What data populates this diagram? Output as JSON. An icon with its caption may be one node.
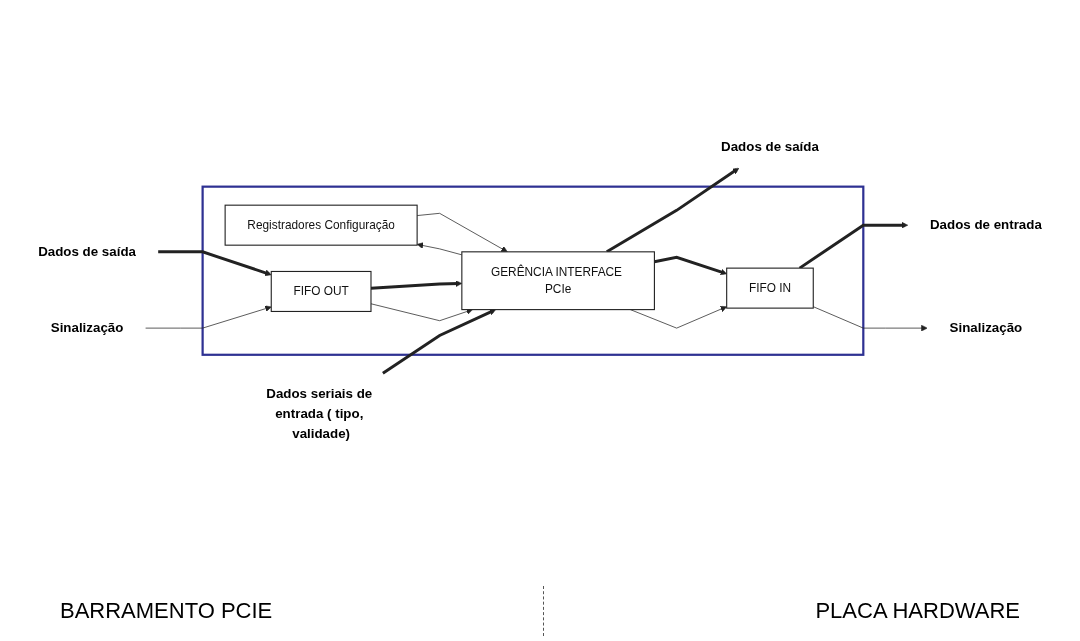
{
  "diagram": {
    "nodes": [
      {
        "text": [],
        "shape": "box"
      },
      {
        "text": [
          "Registradores Configuração"
        ],
        "in": 0
      },
      {
        "text": [
          "GERÊNCIA INTERFACE PCIe"
        ],
        "in": 0
      },
      {
        "text": [
          "FIFO OUT"
        ],
        "in": 0
      },
      {
        "text": [
          "FIFO IN"
        ],
        "in": 0
      },
      {
        "text": [
          "Dados seriais de entrada ( tipo, validade)"
        ]
      },
      {
        "text": [
          "Dados de saída"
        ]
      },
      {
        "text": [
          "Dados de saída"
        ]
      },
      {
        "text": [
          "Sinalização"
        ]
      },
      {
        "text": [
          "Dados de entrada"
        ]
      },
      {
        "text": [
          "Sinalização"
        ]
      }
    ],
    "edges": [
      {
        "from": 5,
        "to": 2,
        "arrow": "to",
        "style": "thick"
      },
      {
        "from": 2,
        "to": 6,
        "arrow": "to",
        "style": "thick"
      },
      {
        "from": 2,
        "to": 1,
        "arrow": "to"
      },
      {
        "from": 1,
        "to": 2,
        "arrow": "to"
      },
      {
        "from": 3,
        "to": 2,
        "arrow": "to",
        "style": "thick"
      },
      {
        "from": 3,
        "to": 2,
        "arrow": "to"
      },
      {
        "from": 7,
        "to": 3,
        "arrow": "to",
        "style": "thick"
      },
      {
        "from": 8,
        "to": 3,
        "arrow": "to"
      },
      {
        "from": 2,
        "to": 4,
        "arrow": "to",
        "style": "thick"
      },
      {
        "from": 2,
        "to": 4,
        "arrow": "to"
      },
      {
        "from": 4,
        "to": 9,
        "arrow": "to",
        "style": "thick"
      },
      {
        "from": 4,
        "to": 10,
        "arrow": "to"
      }
    ],
    "labels": [
      "BARRAMENTO PCIE",
      "PLACA HARDWARE"
    ]
  }
}
